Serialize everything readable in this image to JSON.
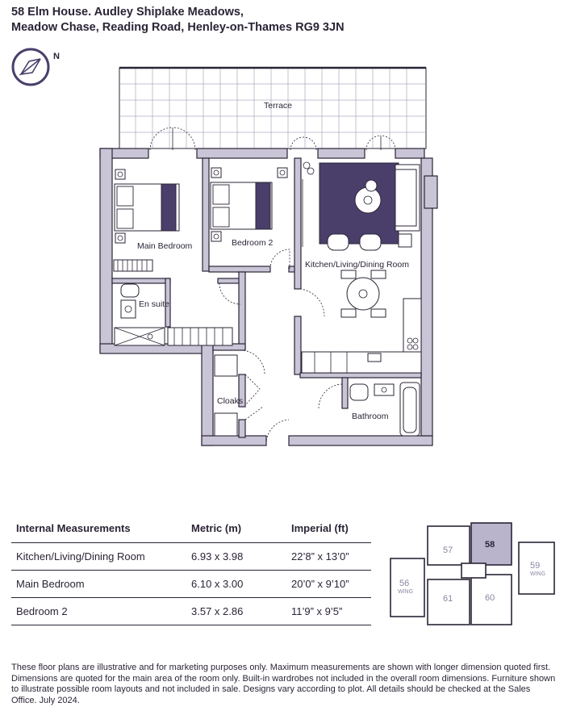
{
  "address": {
    "line1": "58 Elm House. Audley Shiplake Meadows,",
    "line2": "Meadow Chase, Reading Road, Henley-on-Thames RG9 3JN"
  },
  "compass": {
    "label": "N",
    "icon": "compass-icon"
  },
  "rooms": {
    "terrace": "Terrace",
    "main_bedroom": "Main Bedroom",
    "bedroom2": "Bedroom 2",
    "kitchen": "Kitchen/Living/Dining Room",
    "ensuite": "En suite",
    "cloaks": "Cloaks",
    "bathroom": "Bathroom"
  },
  "measurements": {
    "headers": [
      "Internal Measurements",
      "Metric (m)",
      "Imperial (ft)"
    ],
    "rows": [
      [
        "Kitchen/Living/Dining Room",
        "6.93 x 3.98",
        "22’8” x 13’0”"
      ],
      [
        "Main Bedroom",
        "6.10 x 3.00",
        "20’0” x 9’10”"
      ],
      [
        "Bedroom 2",
        "3.57 x 2.86",
        "11’9” x 9’5”"
      ]
    ]
  },
  "keyplan": {
    "units": [
      "57",
      "58",
      "59",
      "56",
      "61",
      "60"
    ],
    "wing": "WING",
    "highlight": "58",
    "highlight_color": "#b9b4cc"
  },
  "colors": {
    "wall": "#c9c4d6",
    "accent": "#4a3f6b",
    "text": "#2b2436"
  },
  "disclaimer": "These floor plans are illustrative and for marketing purposes only. Maximum measurements are shown with longer dimension quoted first. Dimensions are quoted for the main area of the room only. Built-in wardrobes not included in the overall room dimensions. Furniture shown to illustrate possible room layouts and not included in sale. Designs vary according to plot. All details should be checked at the Sales Office. July 2024."
}
